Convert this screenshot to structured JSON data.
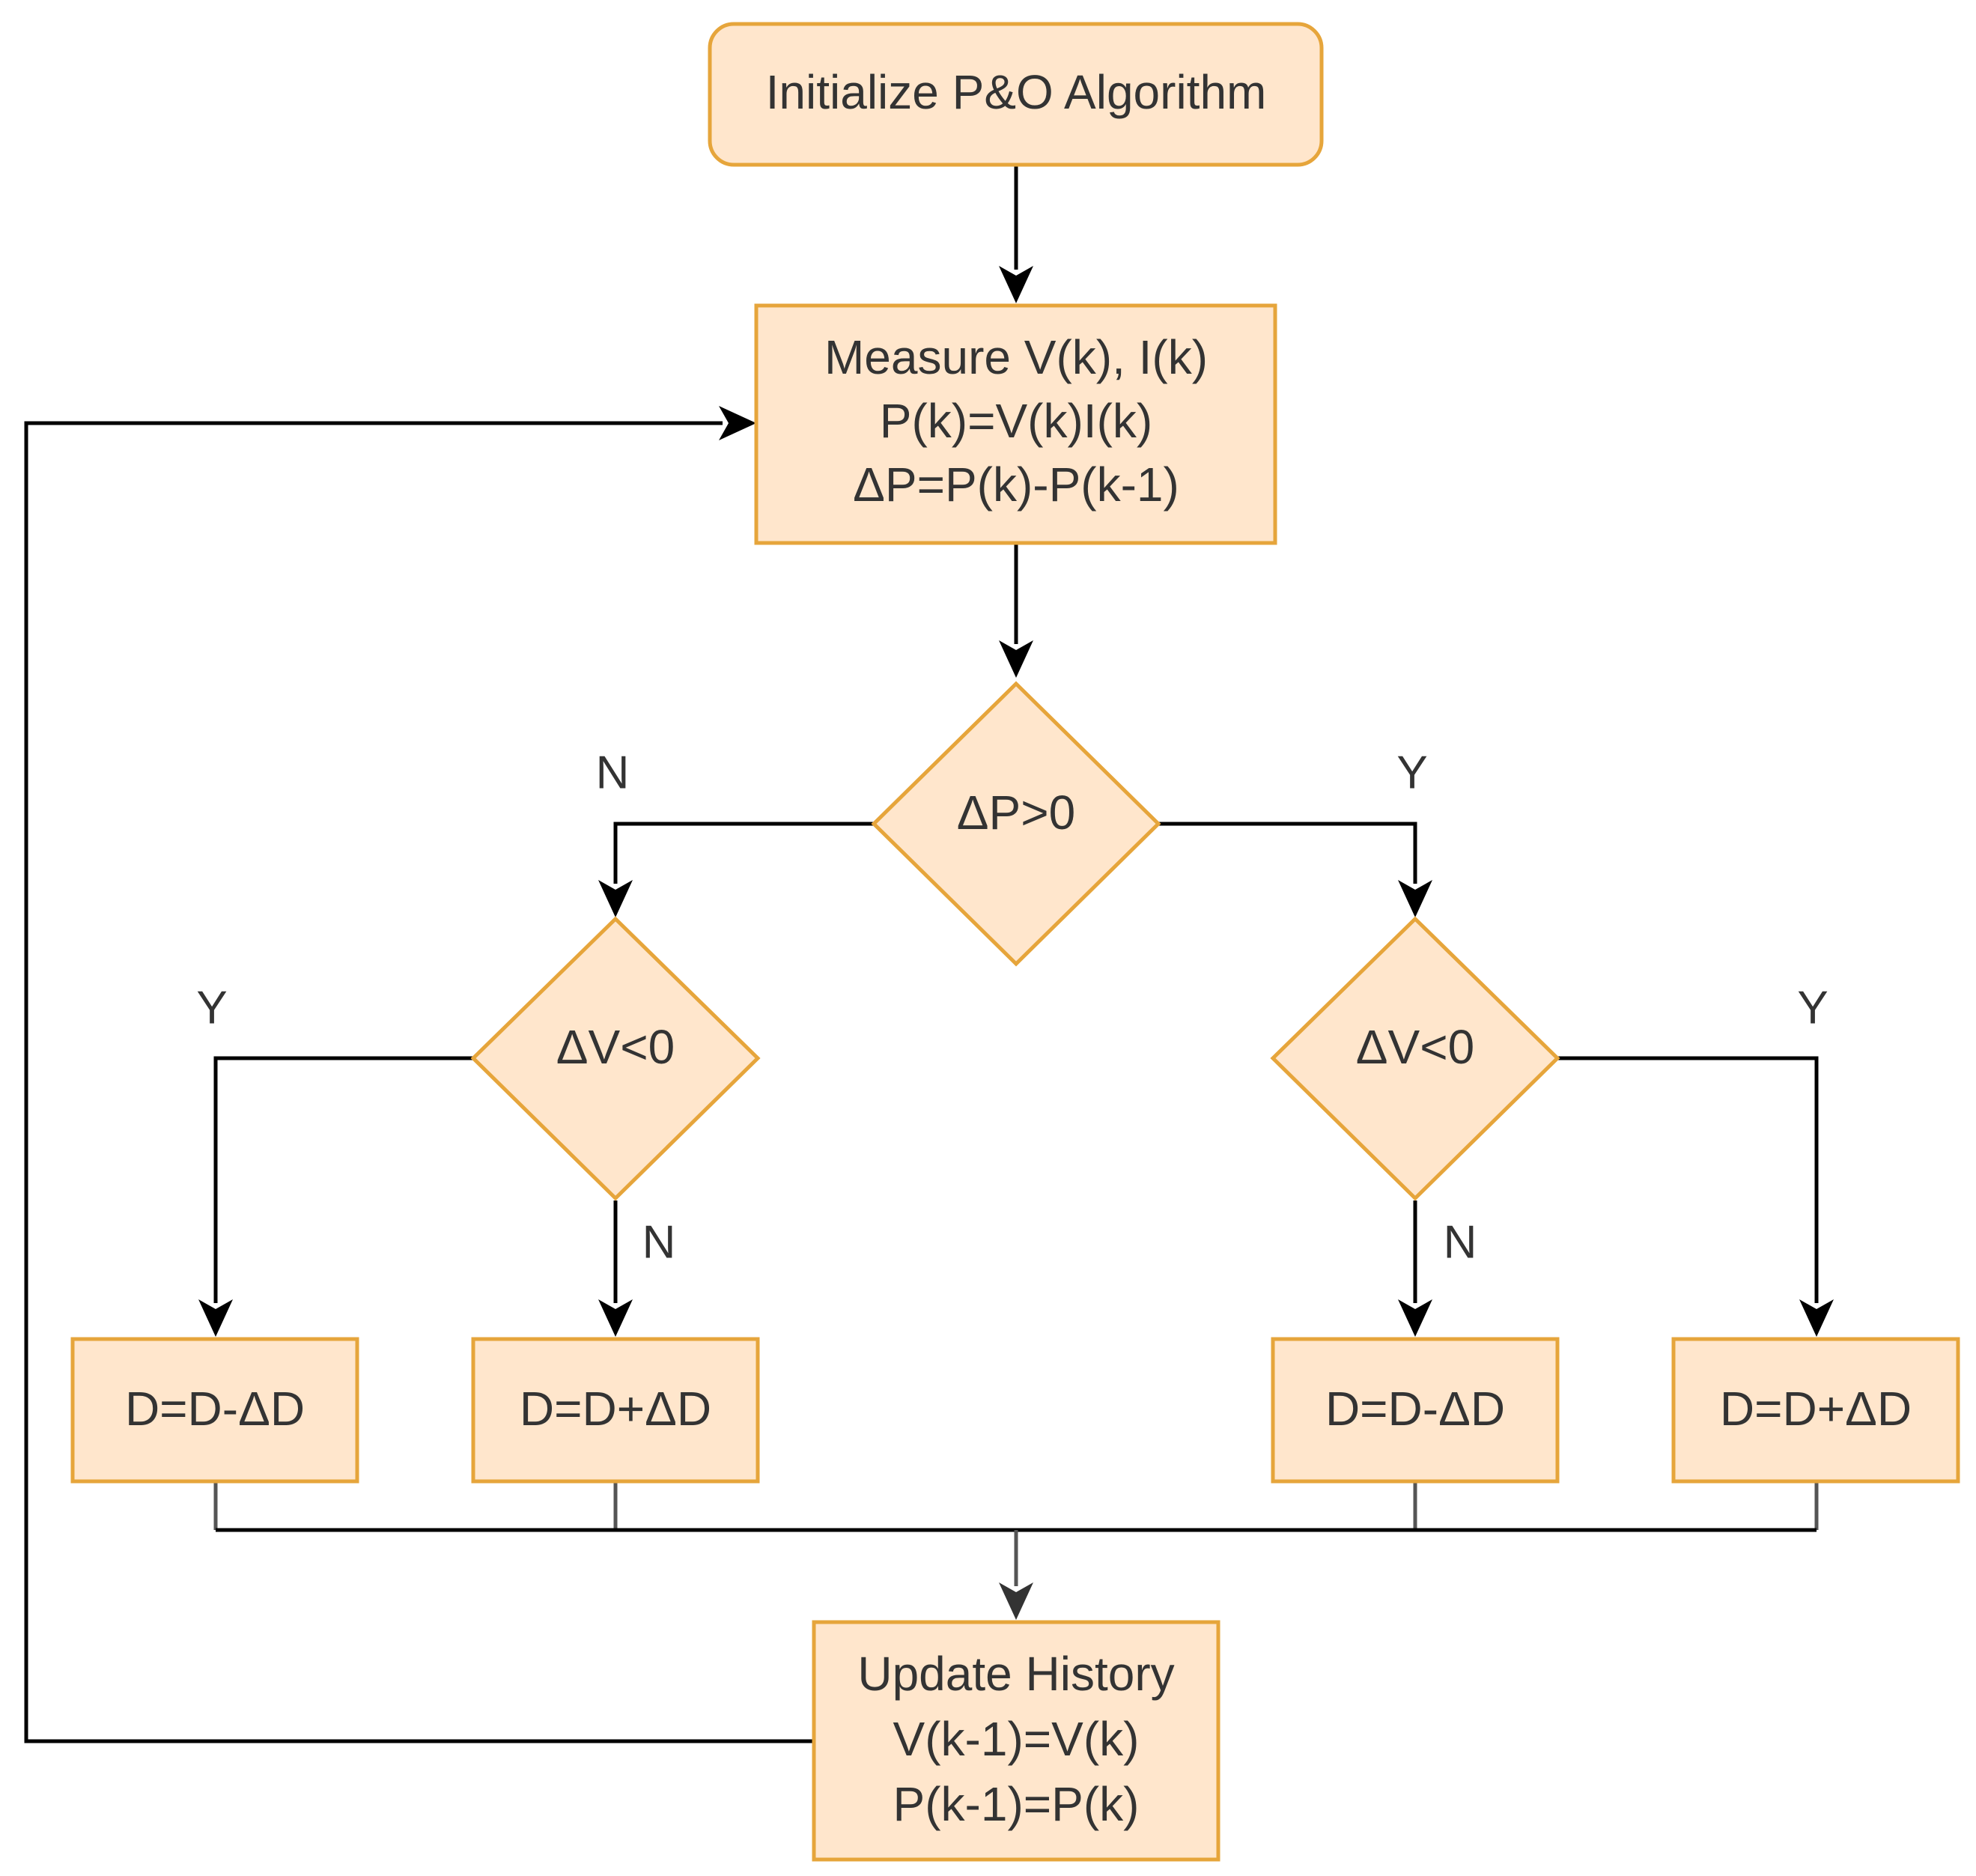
{
  "colors": {
    "node_fill": "#ffe6cc",
    "node_stroke": "#e6a53b",
    "edge": "#000000",
    "text": "#333333"
  },
  "nodes": {
    "init": {
      "shape": "rounded-rectangle",
      "lines": [
        "Initialize P&O Algorithm"
      ]
    },
    "measure": {
      "shape": "rectangle",
      "lines": [
        "Measure V(k), I(k)",
        "P(k)=V(k)I(k)",
        "ΔP=P(k)-P(k-1)"
      ]
    },
    "dp_check": {
      "shape": "diamond",
      "lines": [
        "ΔP>0"
      ]
    },
    "dv_check_left": {
      "shape": "diamond",
      "lines": [
        "ΔV<0"
      ]
    },
    "dv_check_right": {
      "shape": "diamond",
      "lines": [
        "ΔV<0"
      ]
    },
    "box_1": {
      "shape": "rectangle",
      "lines": [
        "D=D-ΔD"
      ]
    },
    "box_2": {
      "shape": "rectangle",
      "lines": [
        "D=D+ΔD"
      ]
    },
    "box_3": {
      "shape": "rectangle",
      "lines": [
        "D=D-ΔD"
      ]
    },
    "box_4": {
      "shape": "rectangle",
      "lines": [
        "D=D+ΔD"
      ]
    },
    "update": {
      "shape": "rectangle",
      "lines": [
        "Update History",
        "V(k-1)=V(k)",
        "P(k-1)=P(k)"
      ]
    }
  },
  "edge_labels": {
    "dp_no": "N",
    "dp_yes": "Y",
    "left_yes": "Y",
    "left_no": "N",
    "right_no": "N",
    "right_yes": "Y"
  }
}
